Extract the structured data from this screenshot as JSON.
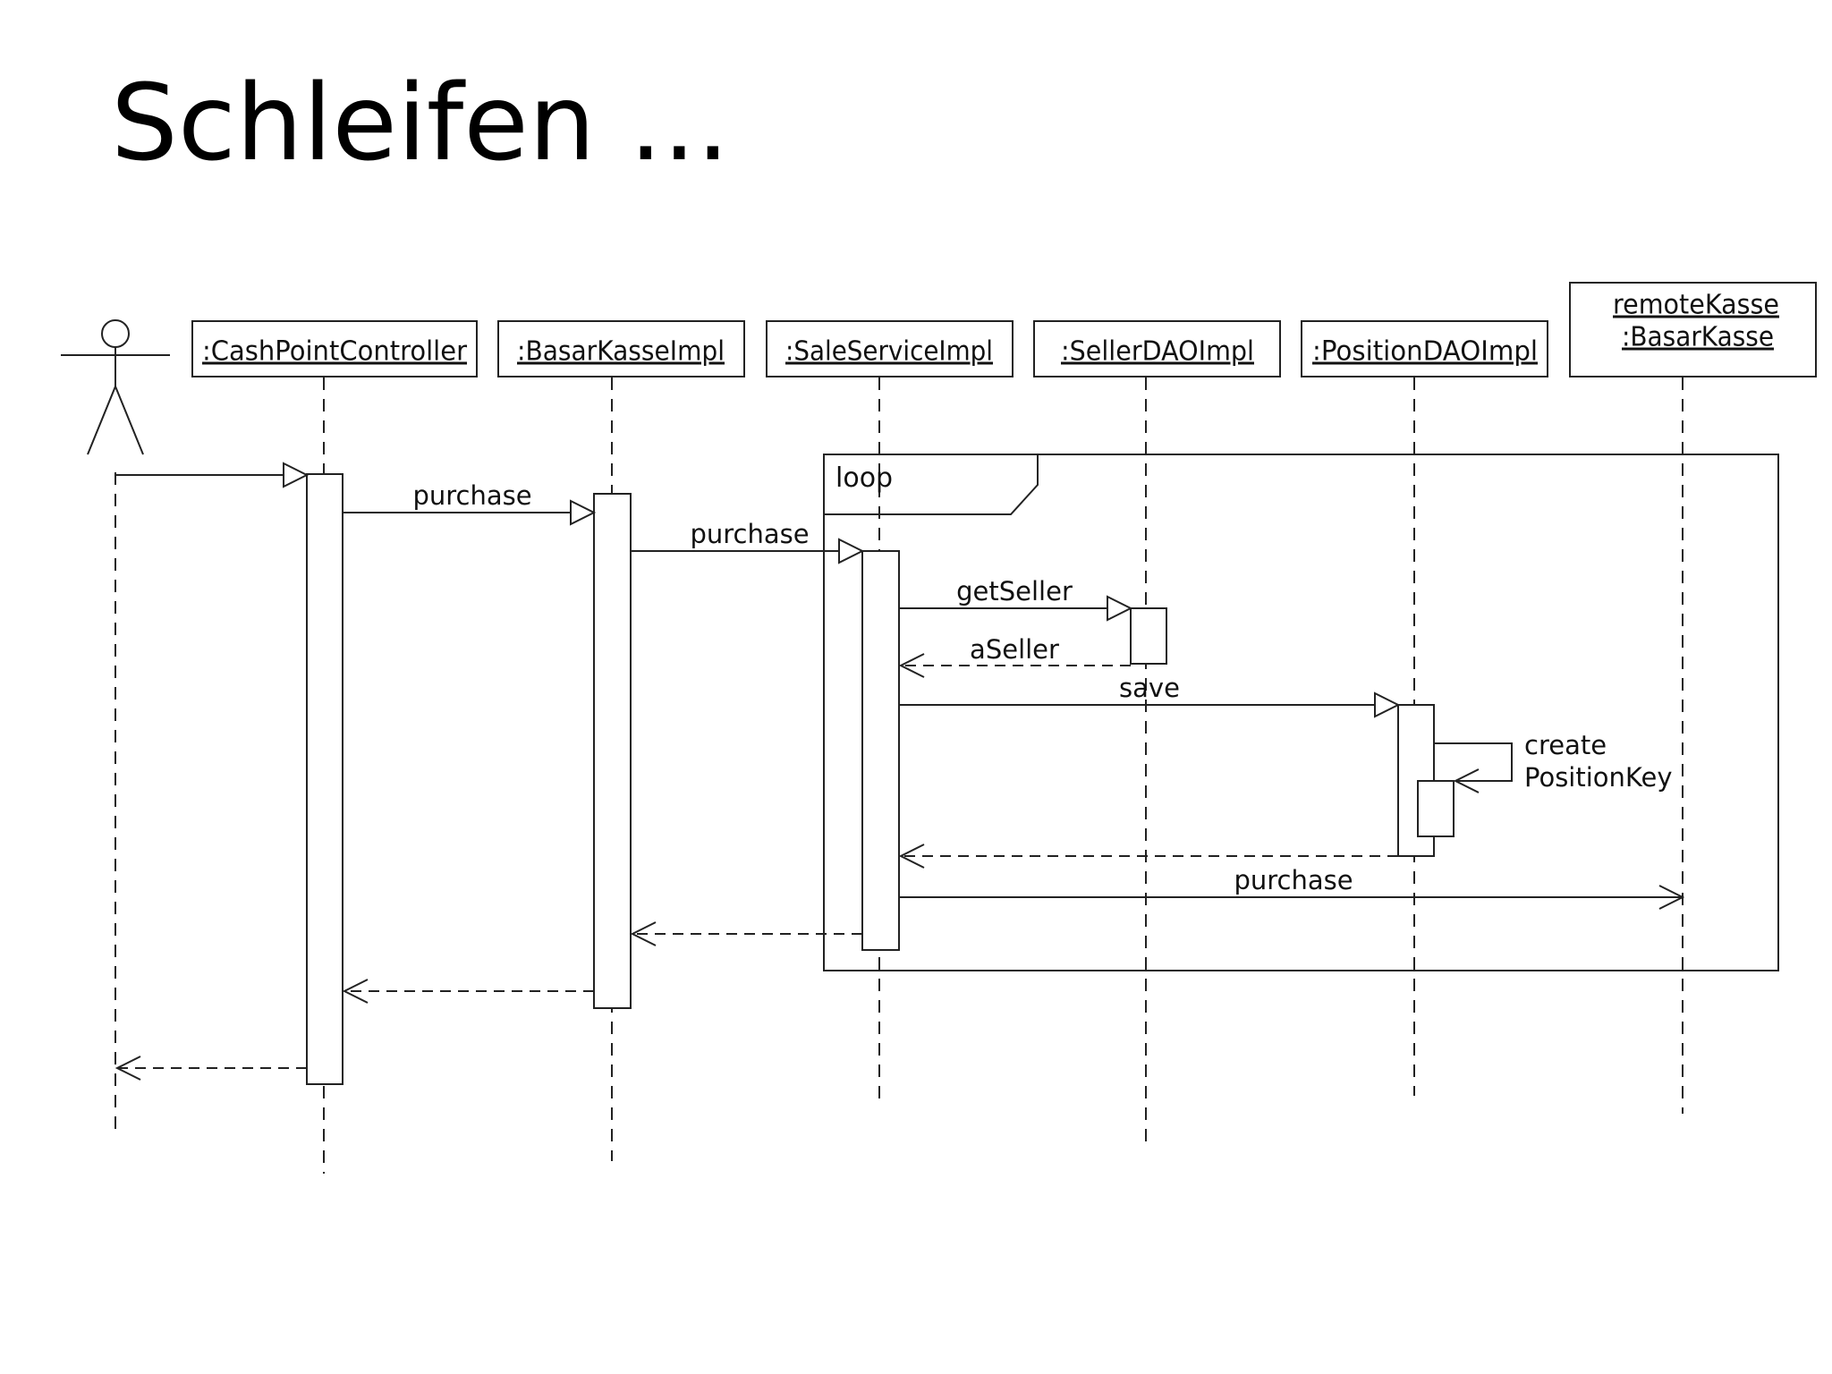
{
  "slide": {
    "title": "Schleifen ..."
  },
  "diagram": {
    "lifelines": [
      {
        "id": "actor",
        "type": "actor",
        "label": ""
      },
      {
        "id": "cpc",
        "type": "object",
        "label": ":CashPointController"
      },
      {
        "id": "bki",
        "type": "object",
        "label": ":BasarKasseImpl"
      },
      {
        "id": "ssi",
        "type": "object",
        "label": ":SaleServiceImpl"
      },
      {
        "id": "sdao",
        "type": "object",
        "label": ":SellerDAOImpl"
      },
      {
        "id": "pdao",
        "type": "object",
        "label": ":PositionDAOImpl"
      },
      {
        "id": "rk",
        "type": "object",
        "label_lines": [
          "remoteKasse",
          ":BasarKasse"
        ]
      }
    ],
    "fragment": {
      "operator": "loop"
    },
    "messages": [
      {
        "from": "actor",
        "to": "cpc",
        "kind": "sync",
        "label": ""
      },
      {
        "from": "cpc",
        "to": "bki",
        "kind": "sync",
        "label": "purchase"
      },
      {
        "from": "bki",
        "to": "ssi",
        "kind": "sync",
        "label": "purchase"
      },
      {
        "from": "ssi",
        "to": "sdao",
        "kind": "sync",
        "label": "getSeller"
      },
      {
        "from": "sdao",
        "to": "ssi",
        "kind": "return",
        "label": "aSeller"
      },
      {
        "from": "ssi",
        "to": "pdao",
        "kind": "sync",
        "label": "save"
      },
      {
        "from": "pdao",
        "to": "pdao",
        "kind": "self",
        "label_lines": [
          "create",
          "PositionKey"
        ]
      },
      {
        "from": "pdao",
        "to": "ssi",
        "kind": "return",
        "label": ""
      },
      {
        "from": "ssi",
        "to": "rk",
        "kind": "async",
        "label": "purchase"
      },
      {
        "from": "ssi",
        "to": "bki",
        "kind": "return",
        "label": ""
      },
      {
        "from": "bki",
        "to": "cpc",
        "kind": "return",
        "label": ""
      },
      {
        "from": "cpc",
        "to": "actor",
        "kind": "return",
        "label": ""
      }
    ]
  }
}
